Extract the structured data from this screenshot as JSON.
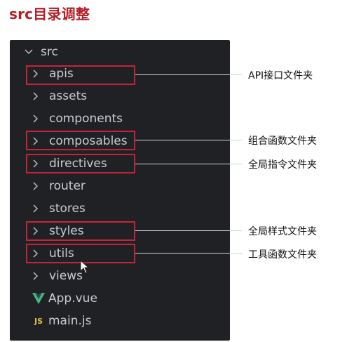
{
  "title": "src目录调整",
  "tree": {
    "root": "src",
    "items": [
      {
        "label": "apis",
        "kind": "folder"
      },
      {
        "label": "assets",
        "kind": "folder"
      },
      {
        "label": "components",
        "kind": "folder"
      },
      {
        "label": "composables",
        "kind": "folder"
      },
      {
        "label": "directives",
        "kind": "folder"
      },
      {
        "label": "router",
        "kind": "folder"
      },
      {
        "label": "stores",
        "kind": "folder"
      },
      {
        "label": "styles",
        "kind": "folder"
      },
      {
        "label": "utils",
        "kind": "folder"
      },
      {
        "label": "views",
        "kind": "folder"
      },
      {
        "label": "App.vue",
        "kind": "file",
        "icon": "vue-icon"
      },
      {
        "label": "main.js",
        "kind": "file",
        "icon": "js-icon"
      }
    ]
  },
  "annotations": [
    {
      "target": "apis",
      "text": "API接口文件夹"
    },
    {
      "target": "composables",
      "text": "组合函数文件夹"
    },
    {
      "target": "directives",
      "text": "全局指令文件夹"
    },
    {
      "target": "styles",
      "text": "全局样式文件夹"
    },
    {
      "target": "utils",
      "text": "工具函数文件夹"
    }
  ],
  "js_badge": "JS",
  "colors": {
    "title": "#b21e26",
    "panel": "#1f2125",
    "text": "#c8cbd0",
    "highlight": "#c4243a",
    "vue_green": "#42b883"
  }
}
